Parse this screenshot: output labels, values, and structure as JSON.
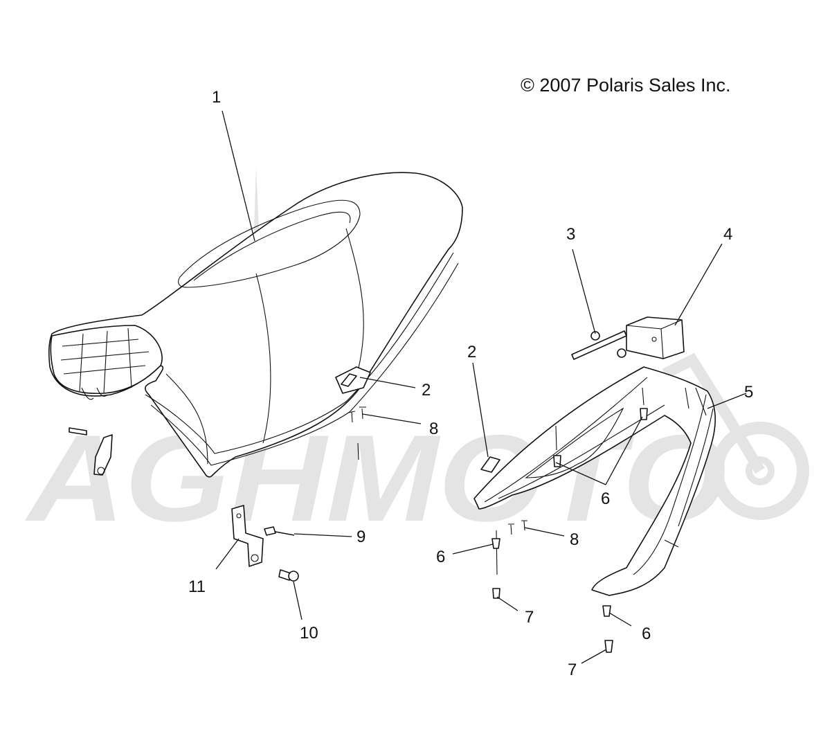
{
  "copyright": "© 2007 Polaris Sales Inc.",
  "watermark": {
    "text": "AGHMOTO",
    "color": "#e4e4e4"
  },
  "callouts": [
    {
      "id": "c1",
      "label": "1"
    },
    {
      "id": "c2a",
      "label": "2"
    },
    {
      "id": "c2b",
      "label": "2"
    },
    {
      "id": "c3",
      "label": "3"
    },
    {
      "id": "c4",
      "label": "4"
    },
    {
      "id": "c5",
      "label": "5"
    },
    {
      "id": "c6a",
      "label": "6"
    },
    {
      "id": "c6b",
      "label": "6"
    },
    {
      "id": "c6c",
      "label": "6"
    },
    {
      "id": "c7a",
      "label": "7"
    },
    {
      "id": "c7b",
      "label": "7"
    },
    {
      "id": "c8a",
      "label": "8"
    },
    {
      "id": "c8b",
      "label": "8"
    },
    {
      "id": "c9",
      "label": "9"
    },
    {
      "id": "c10",
      "label": "10"
    },
    {
      "id": "c11",
      "label": "11"
    }
  ]
}
